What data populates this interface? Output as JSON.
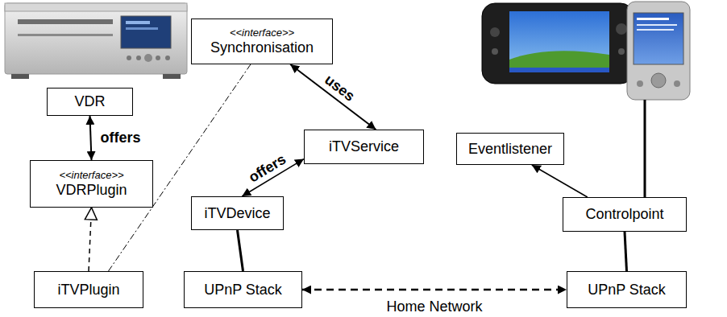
{
  "diagram": {
    "nodes": [
      {
        "text": [
          "VDR"
        ]
      },
      {
        "text": [
          "<<interface>>",
          "VDRPlugin"
        ]
      },
      {
        "text": [
          "iTVPlugin"
        ]
      },
      {
        "text": [
          "<<interface>>",
          "Synchronisation"
        ]
      },
      {
        "text": [
          "iTVService"
        ]
      },
      {
        "text": [
          "iTVDevice"
        ]
      },
      {
        "text": [
          "UPnP Stack"
        ]
      },
      {
        "text": [
          "Eventlistener"
        ]
      },
      {
        "text": [
          "Controlpoint"
        ]
      },
      {
        "text": [
          "UPnP Stack"
        ]
      }
    ],
    "edges": [
      {
        "from": 0,
        "to": 1,
        "label": "offers",
        "arrow": "both"
      },
      {
        "from": 2,
        "to": 1,
        "arrow": "to"
      },
      {
        "from": 2,
        "to": 3,
        "arrow": "none"
      },
      {
        "from": 3,
        "to": 4,
        "label": "uses",
        "arrow": "both"
      },
      {
        "from": 4,
        "to": 5,
        "label": "offers",
        "arrow": "both"
      },
      {
        "from": 5,
        "to": 6,
        "arrow": "none"
      },
      {
        "from": 6,
        "to": 9,
        "label": "Home Network",
        "arrow": "both"
      },
      {
        "from": 8,
        "to": 7,
        "arrow": "to"
      },
      {
        "from": 8,
        "to": 9,
        "arrow": "none"
      }
    ]
  }
}
